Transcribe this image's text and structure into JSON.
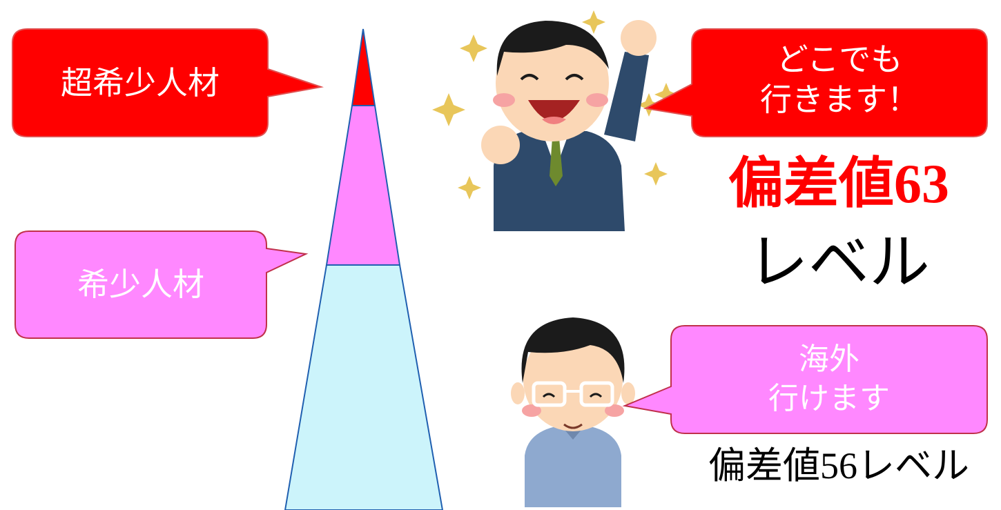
{
  "pyramid": {
    "tiers": [
      {
        "name": "超希少人材",
        "color": "#ff0000"
      },
      {
        "name": "希少人材",
        "color": "#ff88ff"
      },
      {
        "name": "",
        "color": "#ccf4fb"
      }
    ]
  },
  "callouts": {
    "super_rare": {
      "text": "超希少人材",
      "fill": "#ff0000",
      "text_color": "#ffffff"
    },
    "rare": {
      "text": "希少人材",
      "fill": "#ff88ff",
      "text_color": "#ffffff"
    },
    "top_person": {
      "line1": "どこでも",
      "line2": "行きます！",
      "fill": "#ff0000",
      "text_color": "#ffffff"
    },
    "bottom_person": {
      "line1": "海外",
      "line2": "行けます",
      "fill": "#ff88ff",
      "text_color": "#ffffff"
    }
  },
  "labels": {
    "top_prefix": "偏差値",
    "top_number": "63",
    "top_suffix": "レベル",
    "bottom_prefix": "偏差値",
    "bottom_number": "56",
    "bottom_suffix": "レベル",
    "accent_color": "#ff0000"
  },
  "people": {
    "top": {
      "icon": "cheering-businessman-icon"
    },
    "bottom": {
      "icon": "smiling-man-glasses-icon"
    }
  }
}
